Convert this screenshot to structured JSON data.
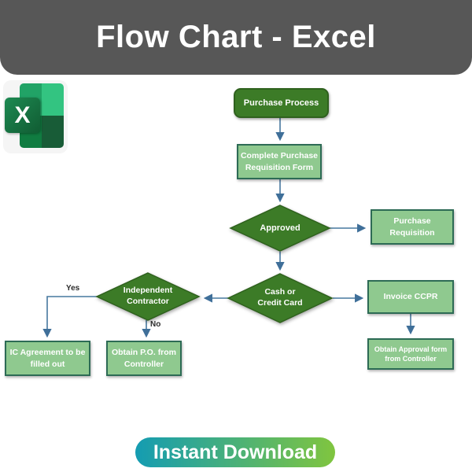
{
  "header": {
    "title": "Flow Chart - Excel",
    "bg_color": "#575757"
  },
  "logo": {
    "letter": "X"
  },
  "flowchart": {
    "nodes": {
      "purchase_process": "Purchase Process",
      "complete_requisition": "Complete Purchase\nRequisition Form",
      "approved": "Approved",
      "purchase_requisition": "Purchase\nRequisition",
      "cash_or_credit": "Cash or\nCredit Card",
      "independent_contractor": "Independent\nContractor",
      "invoice_ccpr": "Invoice CCPR",
      "obtain_approval_form": "Obtain Approval form\nfrom Controller",
      "ic_agreement": "IC Agreement to be\nfilled out",
      "obtain_po": "Obtain P.O. from\nController",
      "label_yes": "Yes",
      "label_no": "No"
    },
    "colors": {
      "dark_green": "#3c7b27",
      "dark_green_border": "#2f611e",
      "light_green": "#8fc98f",
      "light_green_border": "#2d6b55",
      "connector": "#47789f"
    }
  },
  "footer": {
    "download_label": "Instant Download",
    "gradient_start": "#149cb2",
    "gradient_end": "#80c53f"
  }
}
